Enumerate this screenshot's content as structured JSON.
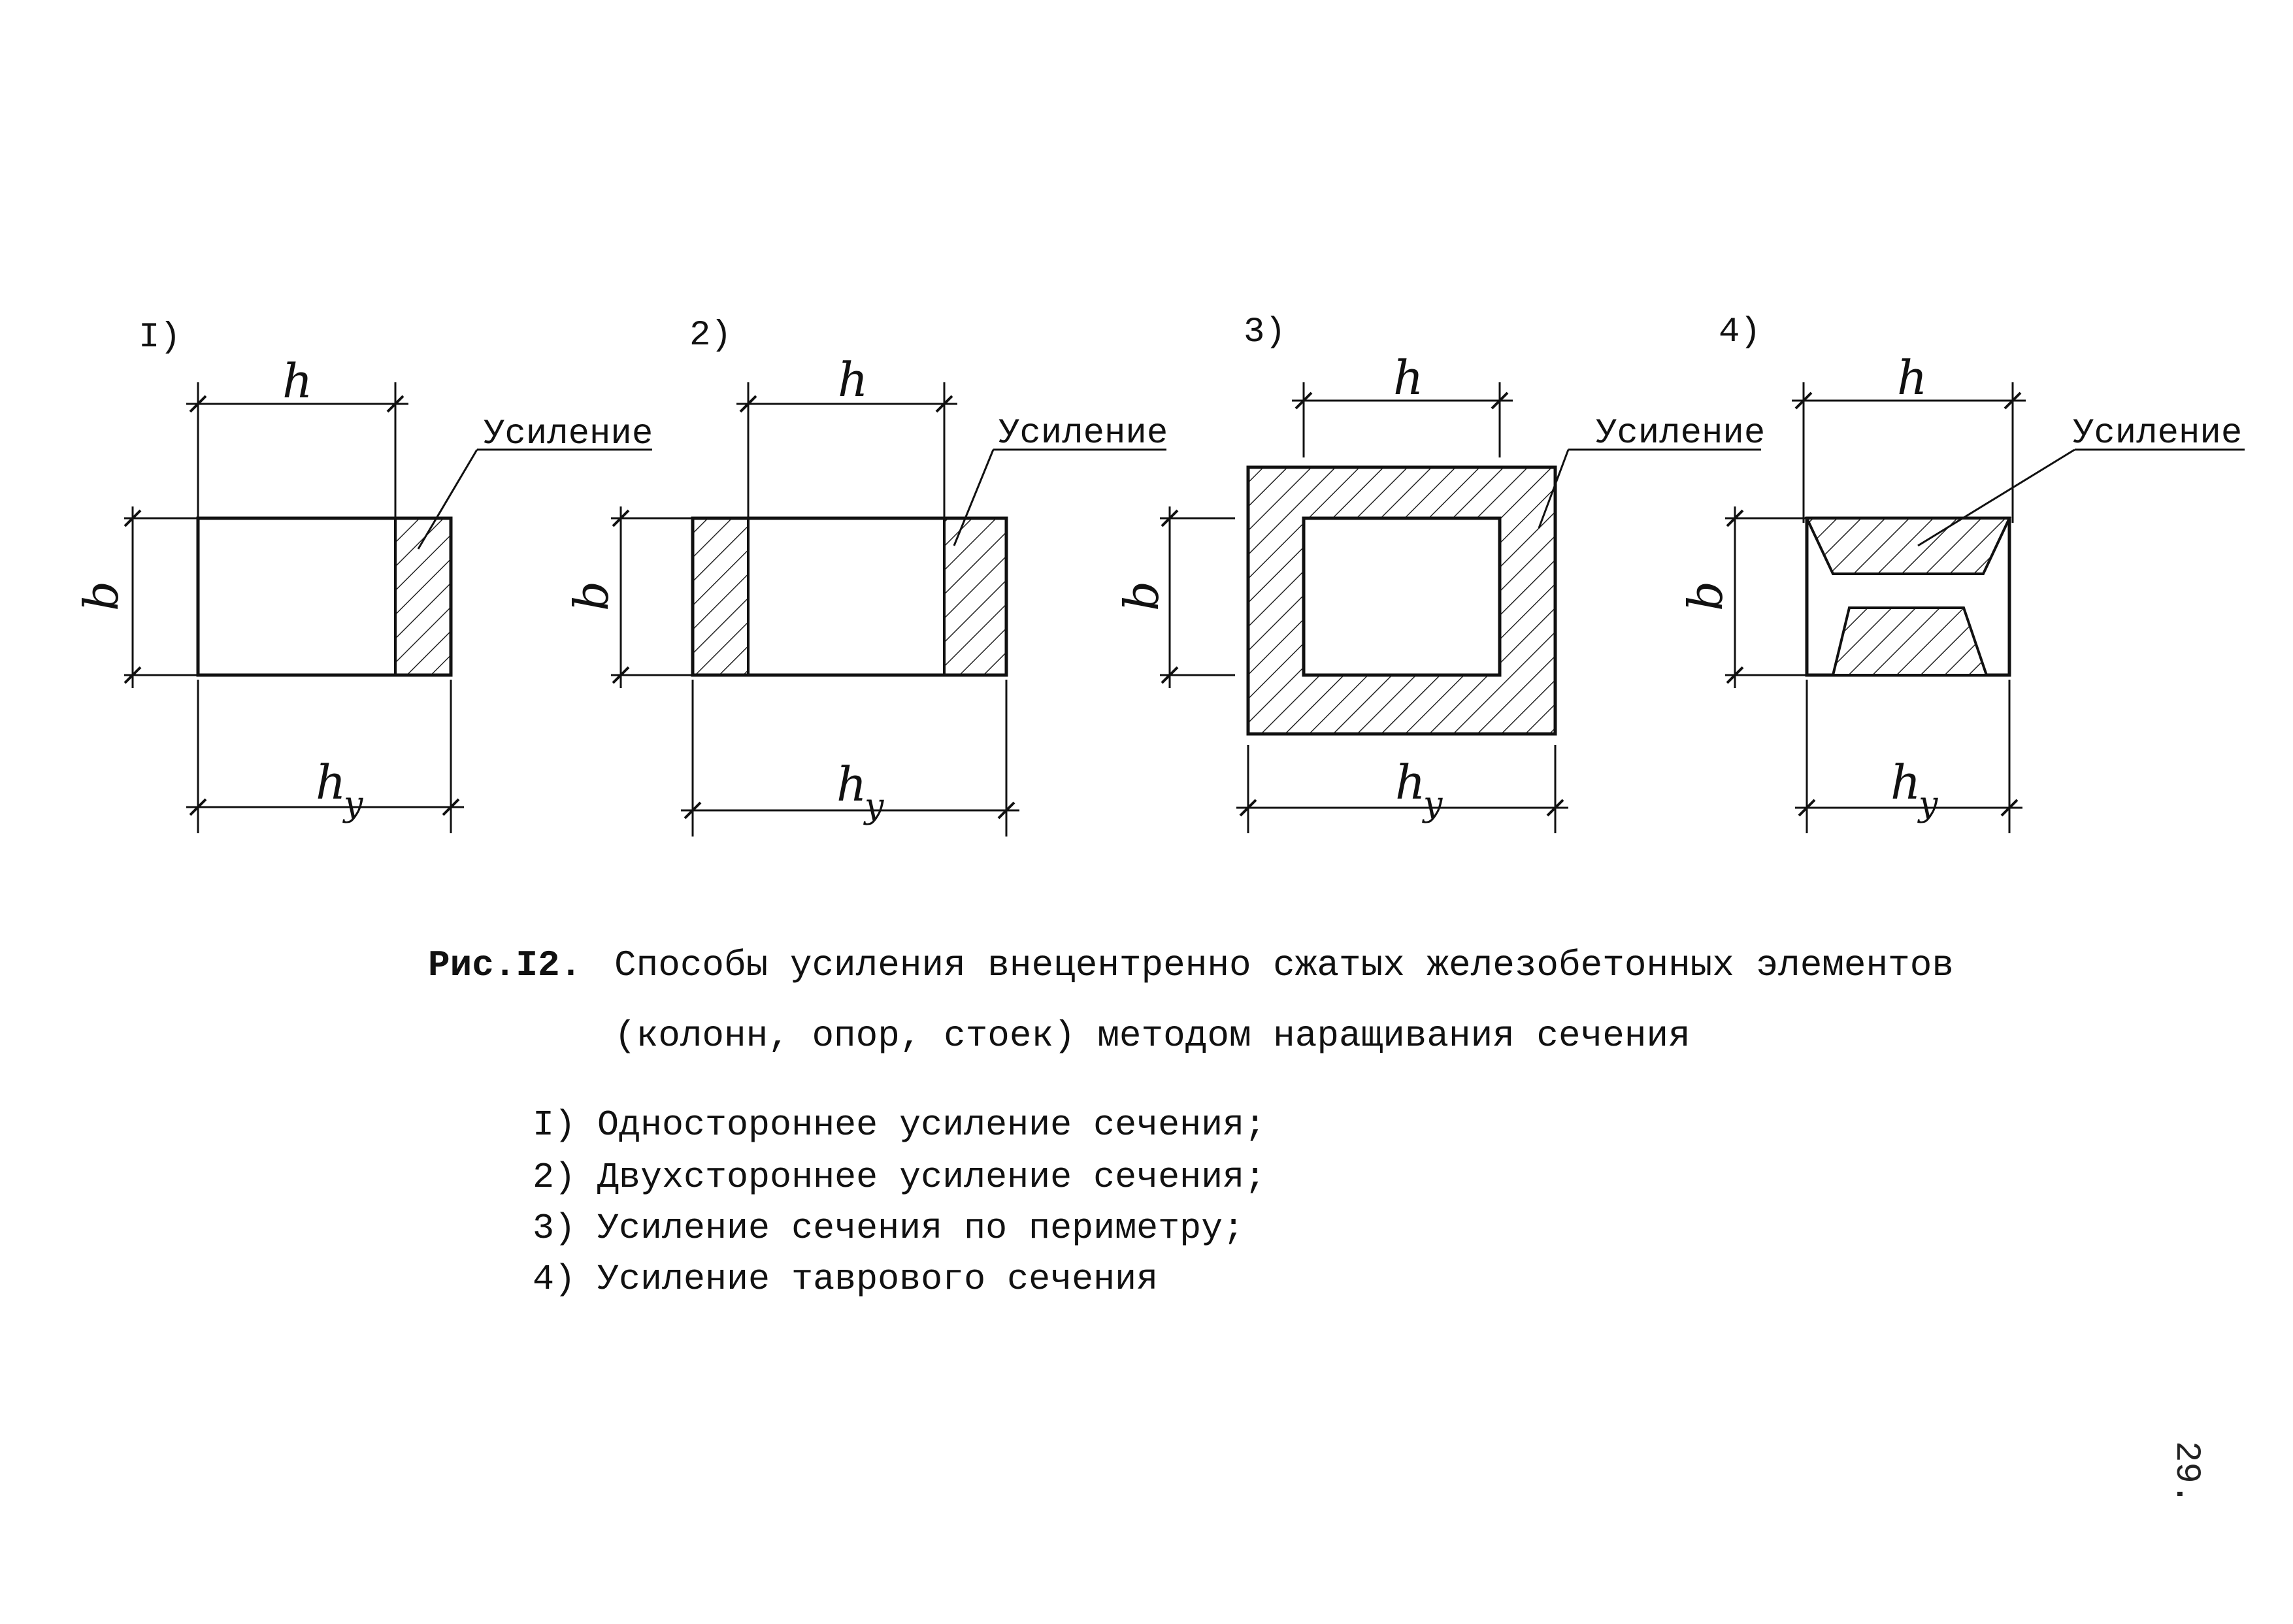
{
  "figures": [
    {
      "number": "I)",
      "dim_h": "h",
      "dim_b": "b",
      "dim_hy": "h",
      "dim_hy_sub": "y",
      "callout": "Усиление"
    },
    {
      "number": "2)",
      "dim_h": "h",
      "dim_b": "b",
      "dim_hy": "h",
      "dim_hy_sub": "y",
      "callout": "Усиление"
    },
    {
      "number": "3)",
      "dim_h": "h",
      "dim_b": "b",
      "dim_hy": "h",
      "dim_hy_sub": "y",
      "callout": "Усиление"
    },
    {
      "number": "4)",
      "dim_h": "h",
      "dim_b": "b",
      "dim_hy": "h",
      "dim_hy_sub": "y",
      "callout": "Усиление"
    }
  ],
  "caption": {
    "label": "Рис.I2.",
    "line1": "Способы усиления внецентренно сжатых железобетонных элементов",
    "line2": "(колонн, опор, стоек) методом наращивания сечения"
  },
  "legend": [
    "I) Одностороннее усиление сечения;",
    "2) Двухстороннее усиление сечения;",
    "3) Усиление сечения по периметру;",
    "4) Усиление таврового сечения"
  ],
  "page_number": "29."
}
